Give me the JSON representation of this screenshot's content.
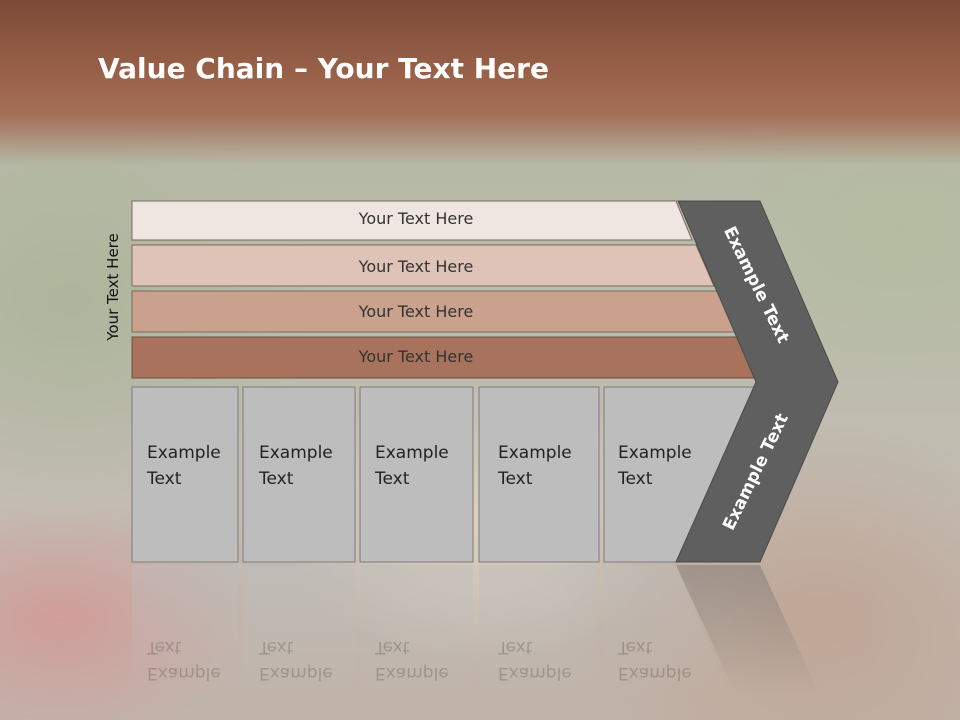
{
  "slide": {
    "title_strong": "Value Chain",
    "title_rest": " – Your Text Here",
    "side_label": "Your Text Here"
  },
  "bars": [
    {
      "label": "Your Text Here",
      "fill": "#f0e6e1"
    },
    {
      "label": "Your Text Here",
      "fill": "#dfc3b6"
    },
    {
      "label": "Your Text Here",
      "fill": "#c9a18d"
    },
    {
      "label": "Your Text Here",
      "fill": "#a8725c"
    }
  ],
  "boxes": [
    {
      "line1": "Example",
      "line2": "Text"
    },
    {
      "line1": "Example",
      "line2": "Text"
    },
    {
      "line1": "Example",
      "line2": "Text"
    },
    {
      "line1": "Example",
      "line2": "Text"
    },
    {
      "line1": "Example",
      "line2": "Text"
    }
  ],
  "chevron": {
    "upper_label": "Example Text",
    "lower_label": "Example Text",
    "fill": "#5f5f5f"
  },
  "colors": {
    "header": "#9a6149",
    "box_fill": "#bdbdbd"
  }
}
